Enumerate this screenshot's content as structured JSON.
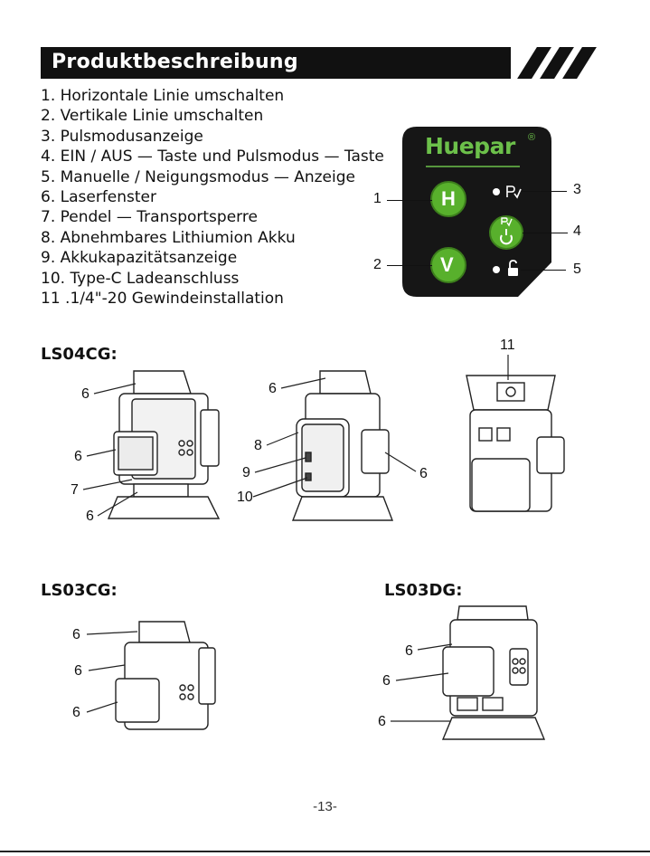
{
  "heading": "Produktbeschreibung",
  "features": [
    "1. Horizontale Linie umschalten",
    "2. Vertikale Linie umschalten",
    "3. Pulsmodusanzeige",
    "4. EIN / AUS — Taste und Pulsmodus — Taste",
    "5. Manuelle / Neigungsmodus — Anzeige",
    "6. Laserfenster",
    "7. Pendel — Transportsperre",
    "8. Abnehmbares Lithiumion Akku",
    "9. Akkukapazitätsanzeige",
    "10. Type-C Ladeanschluss",
    "11 .1/4\"-20 Gewindeinstallation"
  ],
  "panel": {
    "brand": "Huepar",
    "registered": "®",
    "h_button": "H",
    "v_button": "V",
    "callouts": [
      "1",
      "2",
      "3",
      "4",
      "5"
    ]
  },
  "models": {
    "ls04cg": {
      "label": "LS04CG:",
      "front_numbers": [
        "6",
        "6",
        "7",
        "6"
      ],
      "back_numbers": [
        "6",
        "8",
        "9",
        "10",
        "6"
      ],
      "top_number": "11"
    },
    "ls03cg": {
      "label": "LS03CG:",
      "numbers": [
        "6",
        "6",
        "6"
      ]
    },
    "ls03dg": {
      "label": "LS03DG:",
      "numbers": [
        "6",
        "6",
        "6"
      ]
    }
  },
  "colors": {
    "panel": "#161616",
    "button_green": "#58b02c",
    "brand_green": "#6cc04a"
  },
  "page_number": "-13-"
}
